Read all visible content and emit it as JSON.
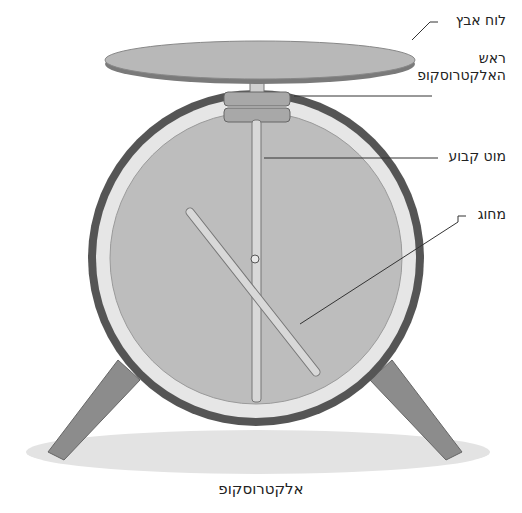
{
  "diagram": {
    "caption": "אלקטרוסקופ",
    "labels": [
      "לוח אבץ",
      "ראש האלקטרוסקופ",
      "מוט קבוע",
      "מחוג"
    ]
  }
}
